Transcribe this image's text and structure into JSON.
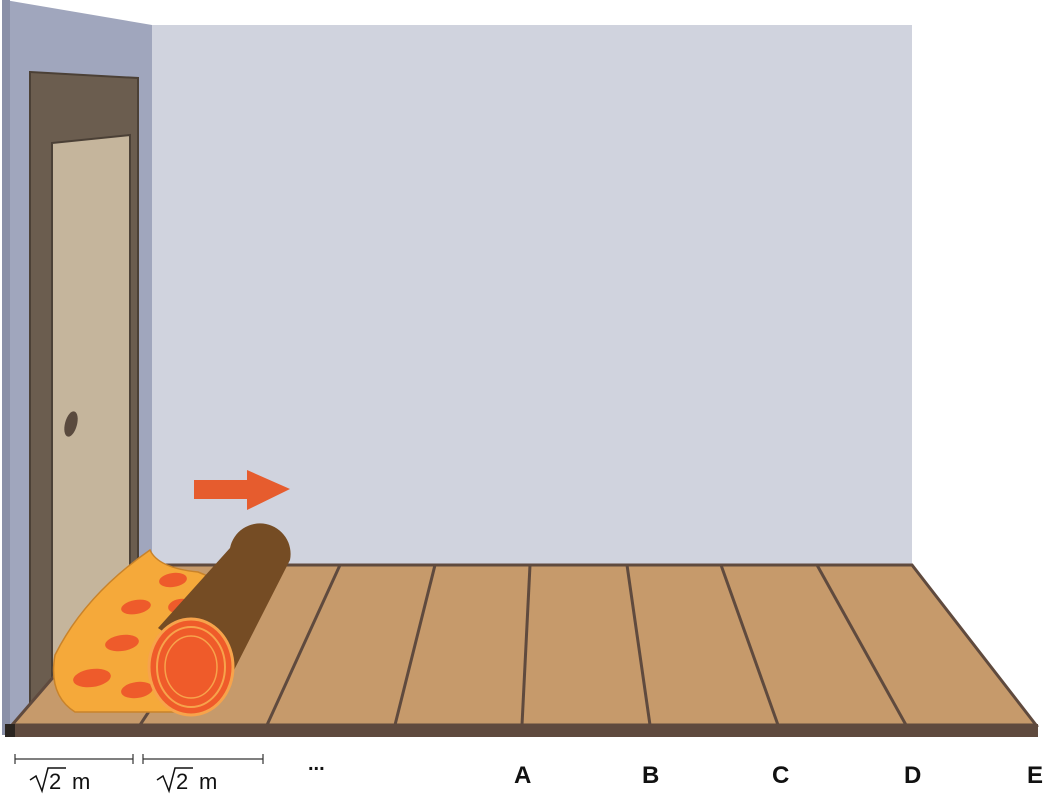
{
  "colors": {
    "wall": "#d0d3de",
    "side_wall": "#a0a6bd",
    "door_frame": "#6b5d4f",
    "door": "#c5b59c",
    "floor": "#c69a6b",
    "floor_edge": "#5f4a3e",
    "carpet": "#f5a93a",
    "carpet_spot": "#ee5b2b",
    "roll": "#754c24",
    "roll_end": "#ef5b2a",
    "arrow": "#e65c2e"
  },
  "icons": {
    "arrow": "right-arrow-icon"
  },
  "measurements": {
    "first": {
      "radicand": "2",
      "unit": "m"
    },
    "second": {
      "radicand": "2",
      "unit": "m"
    }
  },
  "ellipsis": "...",
  "markers": [
    "A",
    "B",
    "C",
    "D",
    "E"
  ]
}
